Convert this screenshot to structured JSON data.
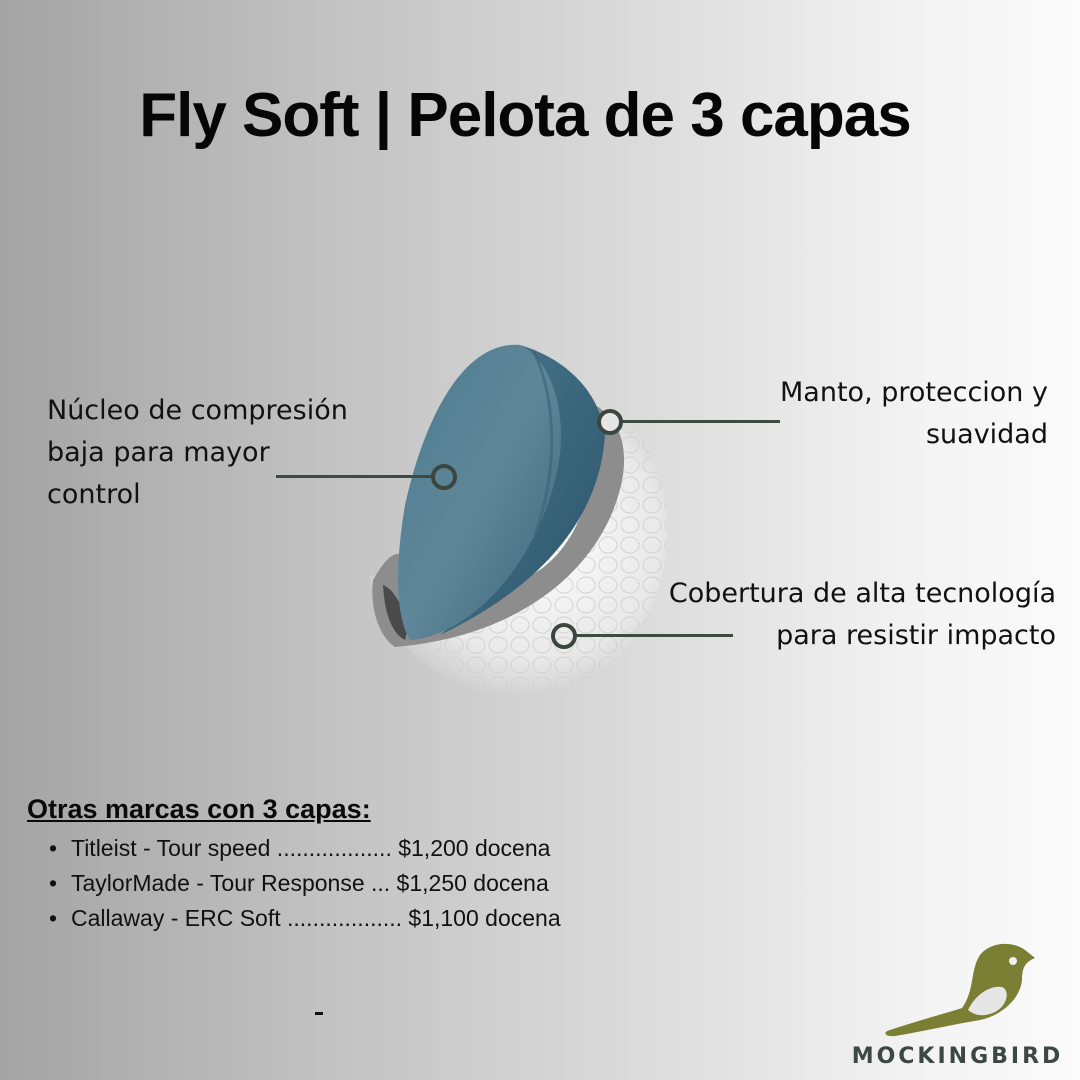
{
  "title": "Fly Soft | Pelota de 3 capas",
  "callouts": {
    "core": {
      "line1": "Núcleo de compresión",
      "line2": "baja para mayor",
      "line3": "control"
    },
    "mantle": {
      "line1": "Manto, proteccion y",
      "line2": "suavidad"
    },
    "cover": {
      "line1": "Cobertura de alta tecnología",
      "line2": "para resistir impacto"
    }
  },
  "brands": {
    "heading": "Otras marcas con 3 capas:",
    "items": [
      {
        "text": "Titleist - Tour speed .................. $1,200 docena",
        "brand": "Titleist",
        "model": "Tour speed",
        "price": "$1,200",
        "unit": "docena"
      },
      {
        "text": "TaylorMade - Tour Response ... $1,250 docena",
        "brand": "TaylorMade",
        "model": "Tour Response",
        "price": "$1,250",
        "unit": "docena"
      },
      {
        "text": "Callaway - ERC Soft .................. $1,100 docena",
        "brand": "Callaway",
        "model": "ERC Soft",
        "price": "$1,100",
        "unit": "docena"
      }
    ]
  },
  "footer_mark": "-",
  "logo": {
    "name": "MOCKINGBIRD",
    "icon": "bird-icon",
    "color": "#7a7f34"
  },
  "colors": {
    "core_blue": "#4f7c91",
    "connector": "#3e4a42",
    "text": "#111111"
  }
}
